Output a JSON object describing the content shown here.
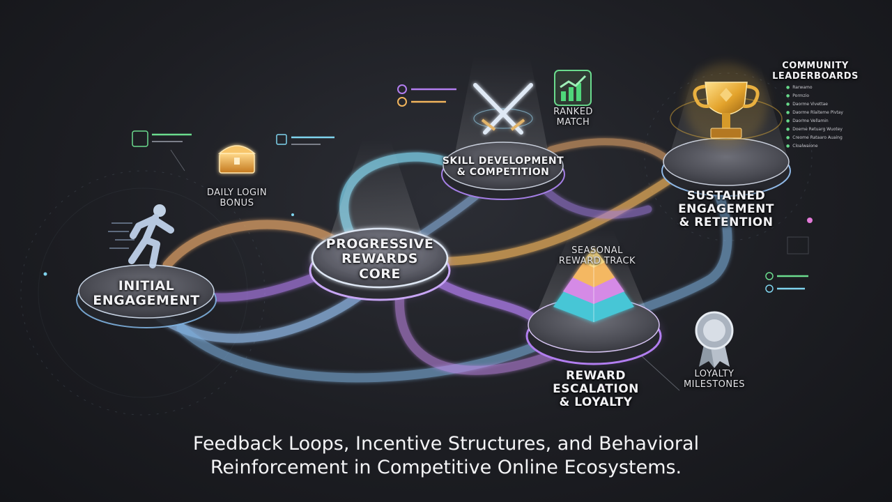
{
  "colors": {
    "background": "#1d1e23",
    "cyan": "#7fd4ee",
    "blue": "#8fb8e6",
    "orange": "#f1b45c",
    "purple": "#b27ef0",
    "gold": "#f0b83a",
    "green": "#4fd67a"
  },
  "nodes": {
    "initial": "INITIAL\nENGAGEMENT",
    "core": "PROGRESSIVE\nREWARDS\nCORE",
    "skill": "SKILL DEVELOPMENT\n& COMPETITION",
    "sustained": "SUSTAINED\nENGAGEMENT\n& RETENTION",
    "escalation": "REWARD\nESCALATION\n& LOYALTY"
  },
  "features": {
    "daily_login": "DAILY LOGIN\nBONUS",
    "ranked_match": "RANKED\nMATCH",
    "seasonal_track": "SEASONAL\nREWARD TRACK",
    "loyalty_milestones": "LOYALTY\nMILESTONES",
    "leaderboards": "COMMUNITY\nLEADERBOARDS"
  },
  "leaderboard_entries": [
    "Rarwamo",
    "Pormzio",
    "Daorme Vivettae",
    "Daorme Rlaiteme Pivtay",
    "Daorme Vellamin",
    "Doeme Retuarg Wuotey",
    "Creome Rataaro Auaing",
    "Cloalwaione"
  ],
  "icons": {
    "runner": "runner-icon",
    "chest": "treasure-chest-icon",
    "swords": "crossed-swords-icon",
    "chart": "rising-chart-icon",
    "trophy": "trophy-icon",
    "pyramid": "tier-pyramid-icon",
    "medal": "medal-icon"
  },
  "caption": "Feedback Loops, Incentive Structures, and Behavioral\nReinforcement in Competitive Online Ecosystems."
}
